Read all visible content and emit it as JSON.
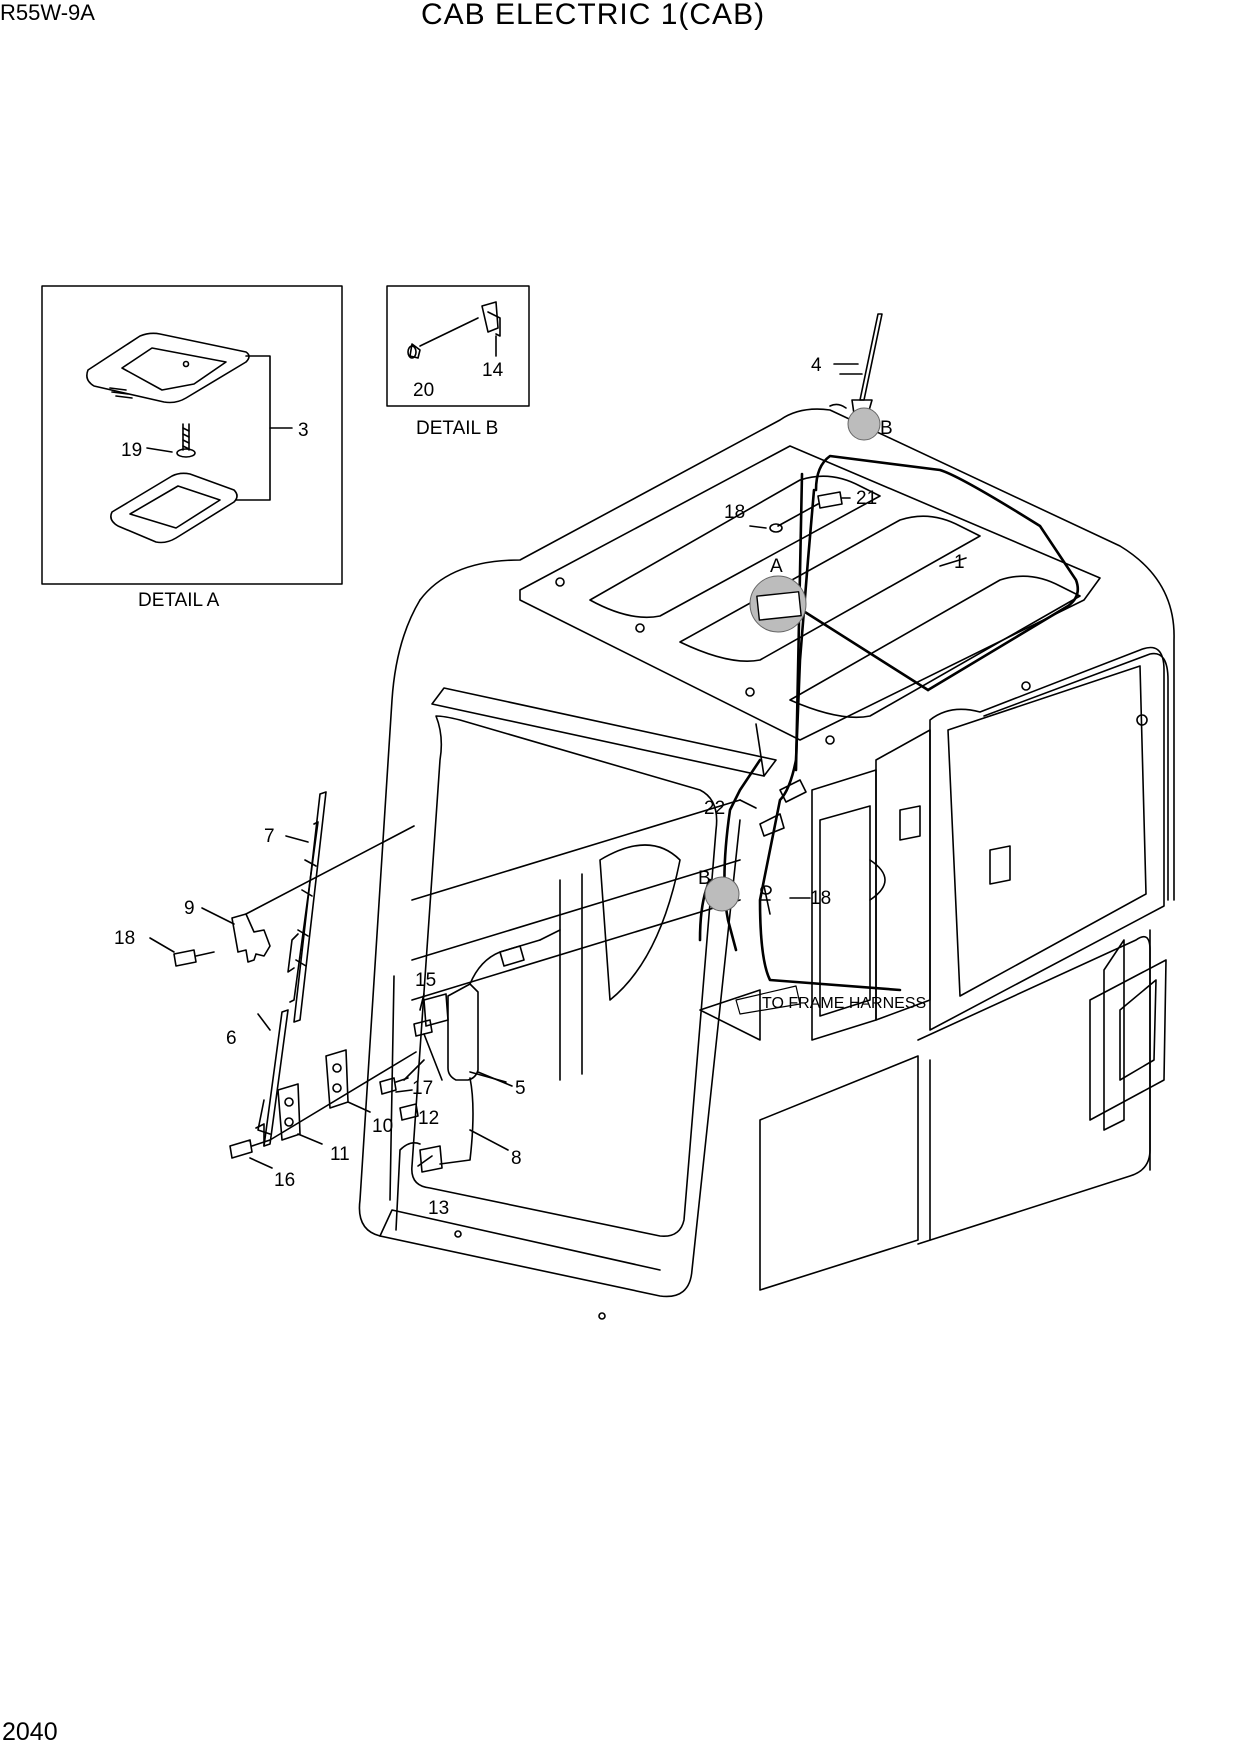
{
  "header": {
    "model": "R55W-9A",
    "title": "CAB ELECTRIC 1(CAB)"
  },
  "footer": {
    "page_number": "2040"
  },
  "detail_a": {
    "caption": "DETAIL A",
    "callouts": [
      "3",
      "19"
    ]
  },
  "detail_b": {
    "caption": "DETAIL B",
    "callouts": [
      "14",
      "20"
    ]
  },
  "main": {
    "callouts": [
      "1",
      "4",
      "5",
      "6",
      "7",
      "8",
      "9",
      "10",
      "11",
      "12",
      "13",
      "15",
      "16",
      "17",
      "18",
      "18",
      "18",
      "21",
      "22"
    ],
    "view_markers": [
      "A",
      "B",
      "B"
    ],
    "harness_note": "TO FRAME HARNESS"
  }
}
